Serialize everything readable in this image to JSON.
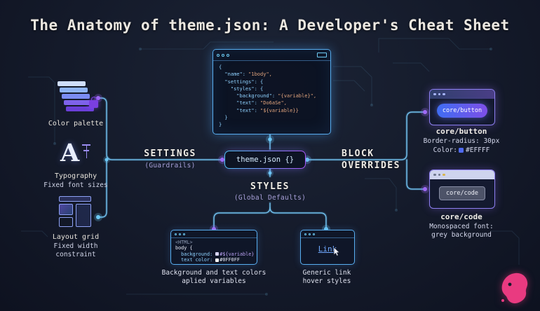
{
  "title": "The Anatomy of theme.json: A Developer's Cheat Sheet",
  "colors": {
    "accent_cyan": "#5fbdf2",
    "accent_purple": "#a06af5",
    "accent_pink": "#e93a80",
    "color_chip": "#4f6af0",
    "background_var_chip": "#d6d4f4",
    "text_color_chip": "#ffffff"
  },
  "icons": {
    "window_controls": "window-control-dots",
    "lock": "lock-icon",
    "text_height": "text-height-icon",
    "cursor": "cursor-icon",
    "logo": "pink-logo"
  },
  "main_window": {
    "code": [
      {
        "k": "{",
        "v": ""
      },
      {
        "k": "  \"name\": ",
        "v": "\"1body\","
      },
      {
        "k": "  \"settings\": {",
        "v": ""
      },
      {
        "k": "    \"styles\": {",
        "v": ""
      },
      {
        "k": "      \"background\": ",
        "v": "\"{variable}\","
      },
      {
        "k": "      \"text\": ",
        "v": "\"Do6aSe\","
      },
      {
        "k": "      \"text\": ",
        "v": "\"${variable}}"
      },
      {
        "k": "  }",
        "v": ""
      },
      {
        "k": "}",
        "v": ""
      }
    ]
  },
  "center_node": {
    "label": "theme.json {}"
  },
  "branches": {
    "settings": {
      "label": "SETTINGS",
      "sublabel": "(Guardrails)"
    },
    "styles": {
      "label": "STYLES",
      "sublabel": "(Global Defaults)"
    },
    "overrides": {
      "line1": "BLOCK",
      "line2": "OVERRIDES"
    }
  },
  "left_items": [
    {
      "label": "Color palette"
    },
    {
      "label": "Typography",
      "sublabel": "Fixed font sizes",
      "glyph": "A"
    },
    {
      "label": "Layout grid",
      "sublabel": "Fixed width constraint"
    }
  ],
  "core_button": {
    "button_label": "core/button",
    "title": "core/button",
    "prop_radius": "Border-radius: 30px",
    "prop_color_label": "Color:",
    "prop_color_value": "#EFFFF"
  },
  "core_code": {
    "chip_label": "core/code",
    "title": "core/code",
    "desc_line1": "Monospaced font:",
    "desc_line2": "grey background"
  },
  "styles_code_window": {
    "html_tag": "<HTML>",
    "body_open": "body {",
    "background_label": "  background: ",
    "background_value": "#${variable}",
    "text_label": "  text color: ",
    "text_value": "#0FF0FF",
    "caption_line1": "Background and text colors",
    "caption_line2": "aplied variables"
  },
  "link_window": {
    "link_text": "Link",
    "caption_line1": "Generic link",
    "caption_line2": "hover styles"
  }
}
